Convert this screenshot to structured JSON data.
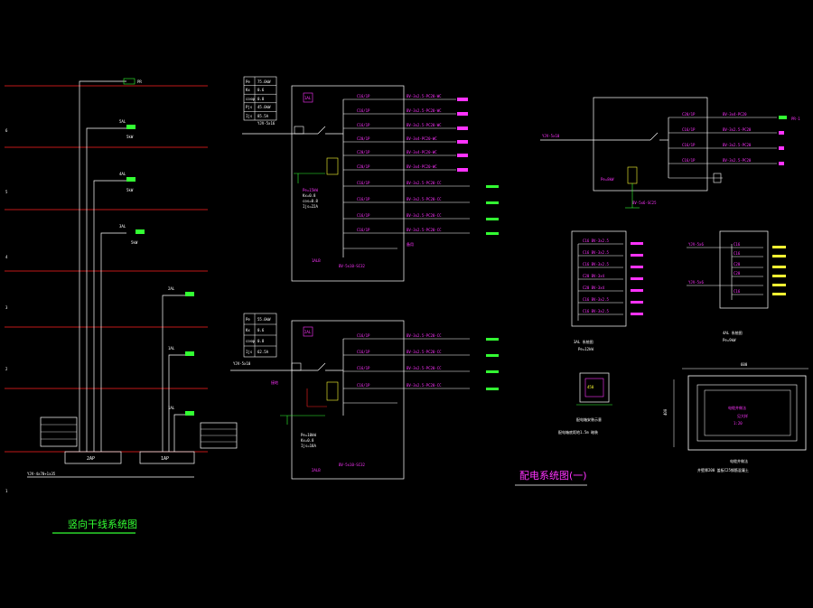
{
  "titles": {
    "riser": "竖向干线系统图",
    "distribution": "配电系统图(一)"
  },
  "riser": {
    "floor_marks": [
      "6",
      "5",
      "4",
      "3",
      "2",
      "1"
    ],
    "panels": [
      "2AP",
      "1AP"
    ]
  },
  "table1": [
    [
      "Pe",
      "75.0kW"
    ],
    [
      "Kx",
      "0.6"
    ],
    [
      "cosφ",
      "0.8"
    ],
    [
      "Pjs",
      "45.0kW"
    ],
    [
      "Ijs",
      "85.5A"
    ]
  ],
  "table2": [
    [
      "Pe",
      "55.0kW"
    ],
    [
      "Kx",
      "0.6"
    ],
    [
      "cosφ",
      "0.8"
    ],
    [
      "Ijs",
      "62.5A"
    ]
  ],
  "captions": {
    "box_small": "配电箱安装示意",
    "box_large": "电缆井做法"
  },
  "colors": {
    "background": "#000000",
    "wire": "#ffffff",
    "annotation": "#ff33ff",
    "floor_line": "#ff2020",
    "ground": "#33ff33",
    "frame": "#ffff33"
  }
}
